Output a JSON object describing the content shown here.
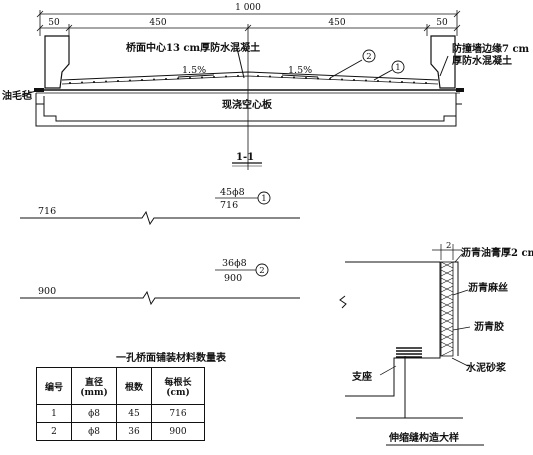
{
  "section": {
    "dim_total": "1 000",
    "dim_left": "50",
    "dim_mid_left": "450",
    "dim_mid_right": "450",
    "dim_right": "50",
    "deck_note": "桥面中心13 cm厚防水混凝土",
    "edge_note_1": "防撞墙边缘7 cm",
    "edge_note_2": "厚防水混凝土",
    "slope_left": "1.5%",
    "slope_right": "1.5%",
    "felt": "油毛毡",
    "slab": "现浇空心板",
    "marker_2": "2",
    "marker_1": "1",
    "section_label": "1-1"
  },
  "rebars": [
    {
      "marker": "1",
      "spec": "45ϕ8",
      "spec_len": "716",
      "length": "716"
    },
    {
      "marker": "2",
      "spec": "36ϕ8",
      "spec_len": "900",
      "length": "900"
    }
  ],
  "table": {
    "title": "一孔桥面铺装材料数量表",
    "headers": [
      "编号",
      "直径\n(mm)",
      "根数",
      "每根长\n(cm)"
    ],
    "rows": [
      [
        "1",
        "ϕ8",
        "45",
        "716"
      ],
      [
        "2",
        "ϕ8",
        "36",
        "900"
      ]
    ]
  },
  "joint": {
    "dim": "2",
    "label_asphalt_paste": "沥青油膏厚2 cm",
    "label_hemp": "沥青麻丝",
    "label_glue": "沥青胶",
    "label_mortar": "水泥砂浆",
    "label_support": "支座",
    "title": "伸缩缝构造大样"
  }
}
